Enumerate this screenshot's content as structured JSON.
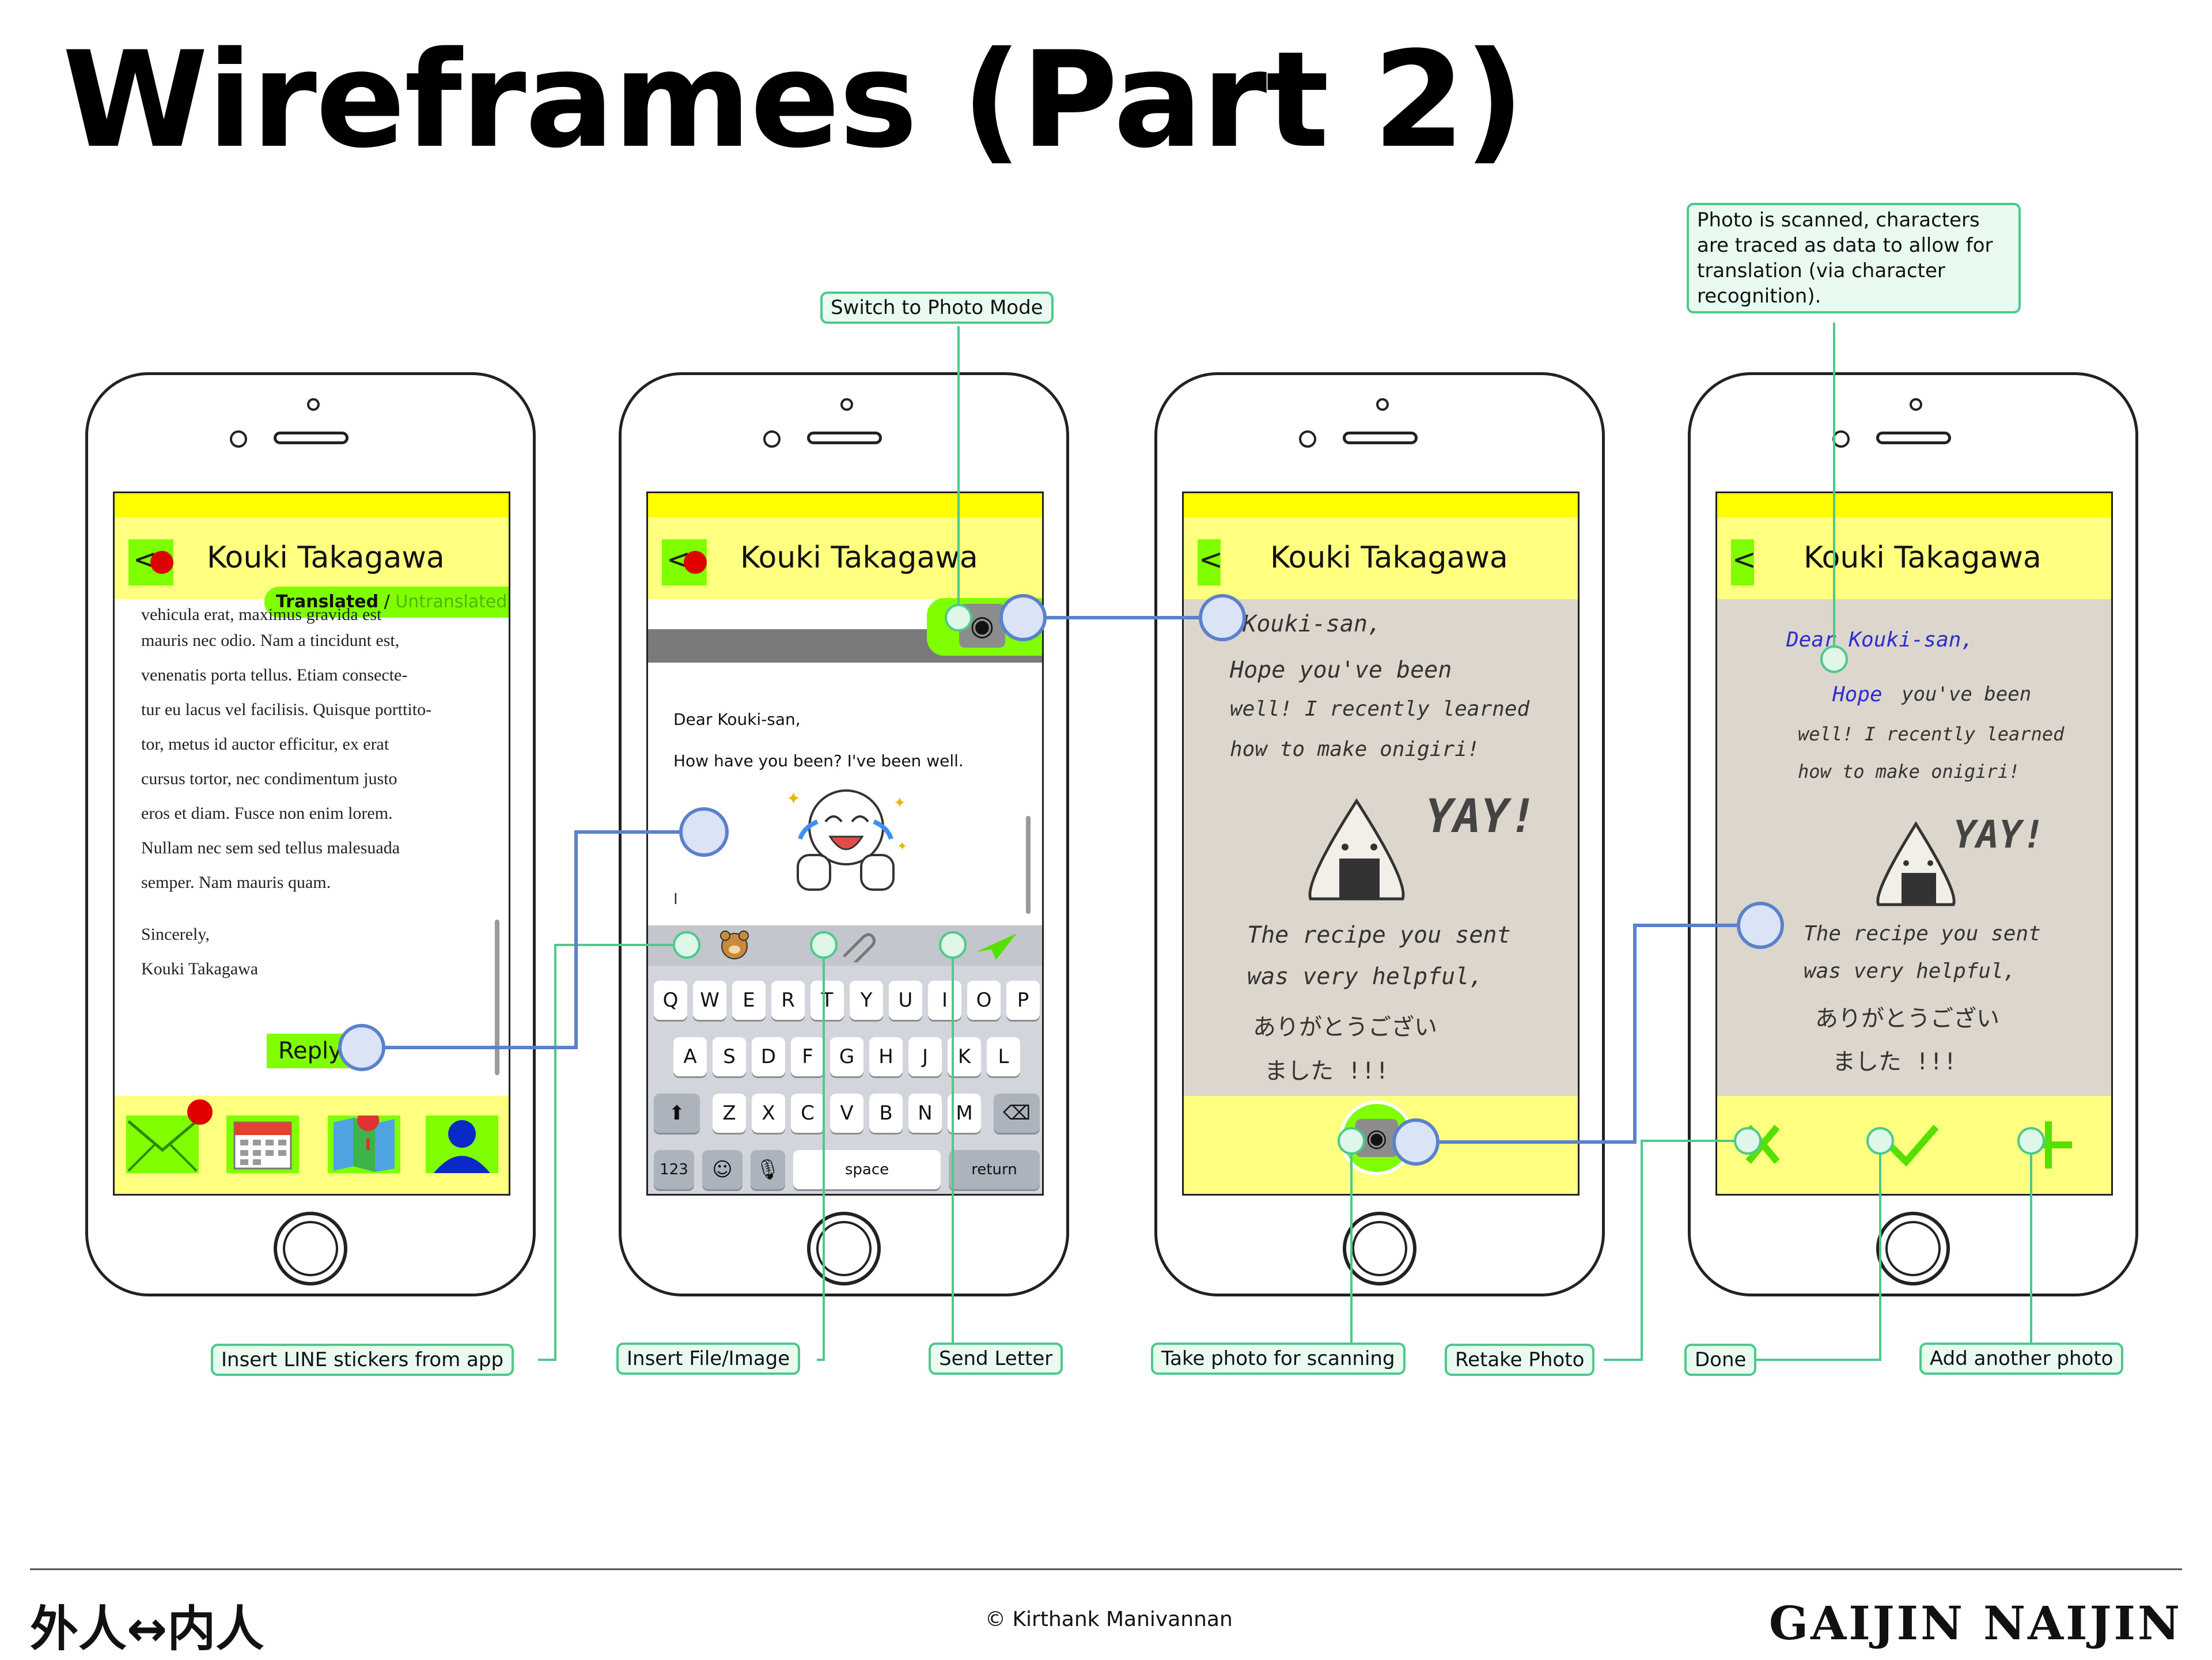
{
  "title": "Wireframes (Part 2)",
  "contact_name": "Kouki Takagawa",
  "phone1": {
    "toggle_translated": "Translated",
    "toggle_sep": " / ",
    "toggle_untranslated": "Untranslated",
    "body_lines": [
      "vehicula erat, maximus gravida est",
      "mauris nec odio. Nam a tincidunt est,",
      "venenatis porta tellus. Etiam consecte-",
      "tur eu lacus vel facilisis. Quisque porttito-",
      "tor, metus id auctor efficitur, ex erat",
      "cursus tortor, nec condimentum justo",
      "eros et diam. Fusce non enim lorem.",
      "Nullam nec sem sed tellus malesuada",
      "semper. Nam mauris quam."
    ],
    "closing": "Sincerely,",
    "signature": "Kouki Takagawa",
    "reply_label": "Reply",
    "tab_icons": [
      "mail-icon",
      "calendar-icon",
      "map-icon",
      "profile-icon"
    ]
  },
  "phone2": {
    "greeting": "Dear Kouki-san,",
    "message": "How have you been? I've been well.",
    "cursor": "I",
    "keyboard": {
      "row1": [
        "Q",
        "W",
        "E",
        "R",
        "T",
        "Y",
        "U",
        "I",
        "O",
        "P"
      ],
      "row2": [
        "A",
        "S",
        "D",
        "F",
        "G",
        "H",
        "J",
        "K",
        "L"
      ],
      "row3": [
        "Z",
        "X",
        "C",
        "V",
        "B",
        "N",
        "M"
      ],
      "numbers": "123",
      "space": "space",
      "return": "return"
    }
  },
  "phone3": {
    "handwriting": [
      "ar Kouki-san,",
      "Hope you've been",
      "well! I recently learned",
      "how to make onigiri!",
      "The recipe you sent",
      "was very helpful,",
      "ありがとうござい",
      "ました !!!"
    ],
    "yay": "YAY!"
  },
  "phone4": {
    "handwriting_greeting": "Dear Kouki-san,",
    "handwriting_hope": "Hope",
    "handwriting": [
      "you've been",
      "well! I recently learned",
      "how to make onigiri!",
      "The recipe you sent",
      "was very helpful,",
      "ありがとうござい",
      "ました !!!"
    ],
    "yay": "YAY!"
  },
  "annotations": {
    "switch_photo": "Switch to Photo Mode",
    "scanned": "Photo is scanned, characters are traced as data to allow for translation (via character recognition).",
    "insert_line": "Insert LINE stickers from app",
    "insert_file": "Insert File/Image",
    "send_letter": "Send Letter",
    "take_photo": "Take photo for scanning",
    "retake": "Retake Photo",
    "done": "Done",
    "add_photo": "Add another photo"
  },
  "footer": {
    "left": "外人↔内人",
    "center": "© Kirthank Manivannan",
    "right": "GAIJIN NAIJIN"
  },
  "colors": {
    "accent_green": "#7fff00",
    "header_yellow": "#ffff80",
    "top_yellow": "#ffff00",
    "annotation_border": "#4cc98b",
    "connector_blue": "#5a82cc",
    "marker_fill": "#dbe4f7"
  }
}
